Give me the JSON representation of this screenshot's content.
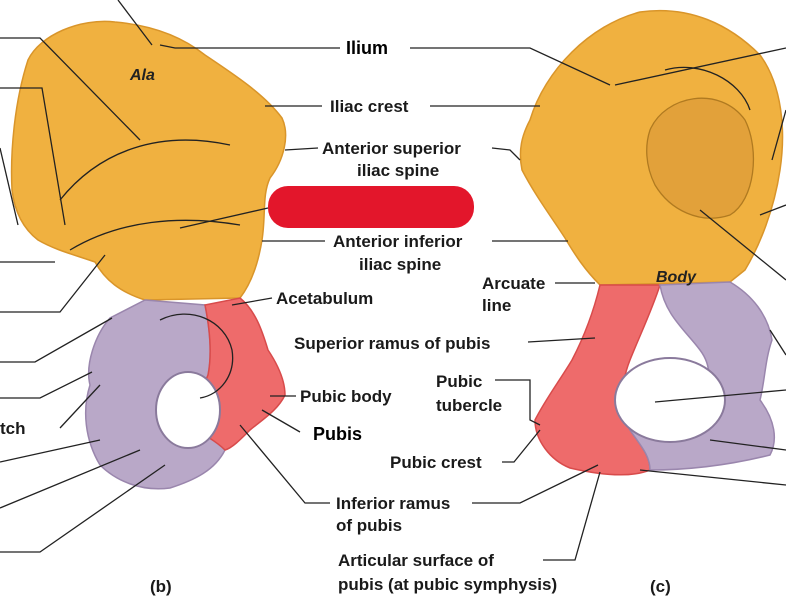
{
  "labels": {
    "ilium": "Ilium",
    "iliac_crest": "Iliac crest",
    "ant_sup_1": "Anterior superior",
    "ant_sup_2": "iliac spine",
    "ant_inf_1": "Anterior inferior",
    "ant_inf_2": "iliac spine",
    "arcuate_1": "Arcuate",
    "arcuate_2": "line",
    "acetabulum": "Acetabulum",
    "superior_ramus": "Superior ramus of pubis",
    "pubic_tubercle_1": "Pubic",
    "pubic_tubercle_2": "tubercle",
    "pubic_body": "Pubic body",
    "pubis": "Pubis",
    "pubic_crest": "Pubic crest",
    "inferior_ramus_1": "Inferior ramus",
    "inferior_ramus_2": "of pubis",
    "articular_1": "Articular surface of",
    "articular_2": "pubis (at pubic symphysis)",
    "ala": "Ala",
    "body": "Body",
    "partial_left": "tch",
    "view_b": "(b)",
    "view_c": "(c)"
  },
  "colors": {
    "ilium": "#f0b140",
    "ilium_shade": "#d9952a",
    "ischium": "#b9a8c8",
    "ischium_shade": "#9a86ad",
    "pubis": "#ee6b6b",
    "pubis_shade": "#d84b4b",
    "redaction": "#e3162b"
  }
}
